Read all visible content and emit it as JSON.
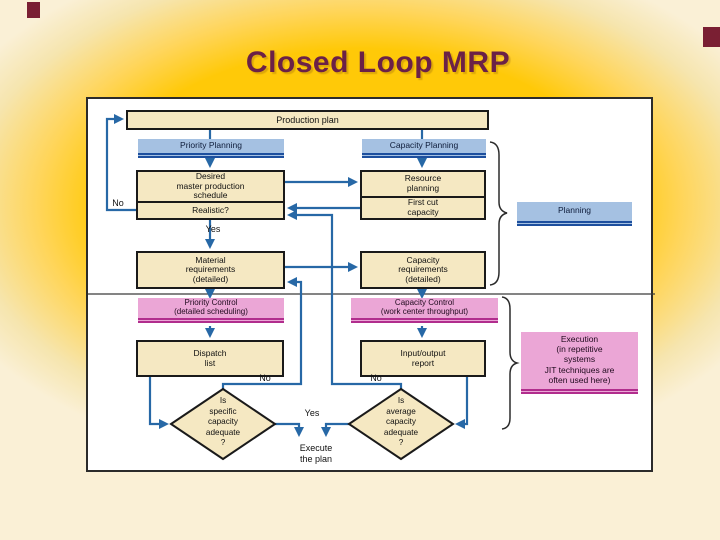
{
  "slide": {
    "title": "Closed Loop MRP"
  },
  "colors": {
    "background_gold": "#FFC908",
    "background_cream": "#FAF0D6",
    "title_maroon": "#6B2147",
    "corner_mark": "#7A1F33",
    "box_fill": "#F5E8C2",
    "box_border": "#1a1a1a",
    "blue_banner_fill": "#A5C1E2",
    "blue_banner_line": "#1D4F9E",
    "pink_banner_fill": "#EBA6D6",
    "pink_banner_line": "#B12D8D",
    "arrow_blue": "#2768A6"
  },
  "flow": {
    "production_plan": "Production plan",
    "priority_planning": "Priority Planning",
    "capacity_planning": "Capacity Planning",
    "desired_mps": "Desired\nmaster production\nschedule",
    "realistic": "Realistic?",
    "resource_planning": "Resource\nplanning",
    "first_cut_capacity": "First cut\ncapacity",
    "planning": "Planning",
    "material_requirements": "Material\nrequirements\n(detailed)",
    "capacity_requirements": "Capacity\nrequirements\n(detailed)",
    "priority_control": "Priority Control\n(detailed scheduling)",
    "capacity_control": "Capacity Control\n(work center throughput)",
    "dispatch_list": "Dispatch\nlist",
    "input_output_report": "Input/output\nreport",
    "execution": "Execution\n(in repetitive\nsystems\nJIT techniques are\noften used here)",
    "is_specific_capacity": "Is\nspecific\ncapacity\nadequate\n?",
    "is_average_capacity": "Is\naverage\ncapacity\nadequate\n?",
    "labels": {
      "no_loop": "No",
      "yes_realistic": "Yes",
      "no_specific": "No",
      "no_average": "No",
      "yes_adequate": "Yes",
      "execute_plan": "Execute\nthe plan"
    }
  }
}
